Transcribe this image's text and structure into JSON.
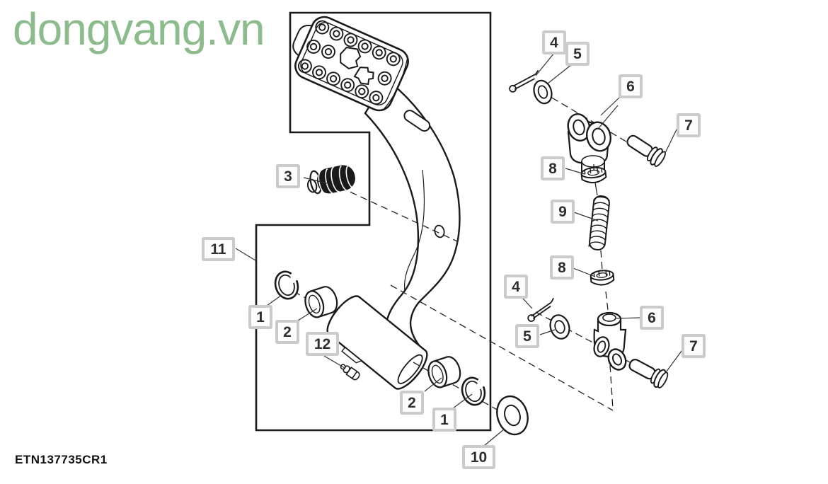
{
  "watermark": {
    "text": "dongvang.vn"
  },
  "footer": {
    "part_code": "ETN137735CR1"
  },
  "colors": {
    "line": "#1a1a1a",
    "watermark_green": "#8cbb8c",
    "callout_border": "#cbcbcb",
    "callout_bg": "#fdfdfd",
    "callout_text": "#2e2e2e"
  },
  "diagram": {
    "type": "exploded-parts-diagram"
  },
  "callouts": {
    "n3": "3",
    "n11": "11",
    "n1a": "1",
    "n2a": "2",
    "n12": "12",
    "n2b": "2",
    "n1b": "1",
    "n10": "10",
    "n4a": "4",
    "n5a": "5",
    "n6a": "6",
    "n7a": "7",
    "n8a": "8",
    "n9": "9",
    "n8b": "8",
    "n4b": "4",
    "n5b": "5",
    "n6b": "6",
    "n7b": "7"
  }
}
